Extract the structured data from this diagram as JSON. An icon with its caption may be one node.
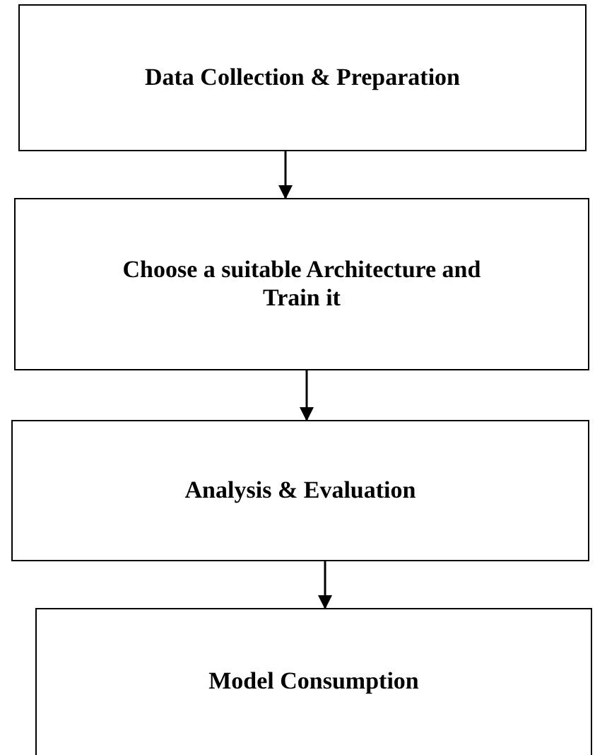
{
  "diagram": {
    "nodes": [
      {
        "text": [
          "Data Collection & Preparation"
        ]
      },
      {
        "text": [
          "Choose a suitable Architecture and Train it"
        ]
      },
      {
        "text": [
          "Analysis & Evaluation"
        ]
      },
      {
        "text": [
          "Model Consumption"
        ]
      }
    ],
    "edges": [
      {
        "from": 0,
        "to": 1,
        "arrow": "to"
      },
      {
        "from": 1,
        "to": 2,
        "arrow": "to"
      },
      {
        "from": 2,
        "to": 3,
        "arrow": "to"
      }
    ]
  }
}
